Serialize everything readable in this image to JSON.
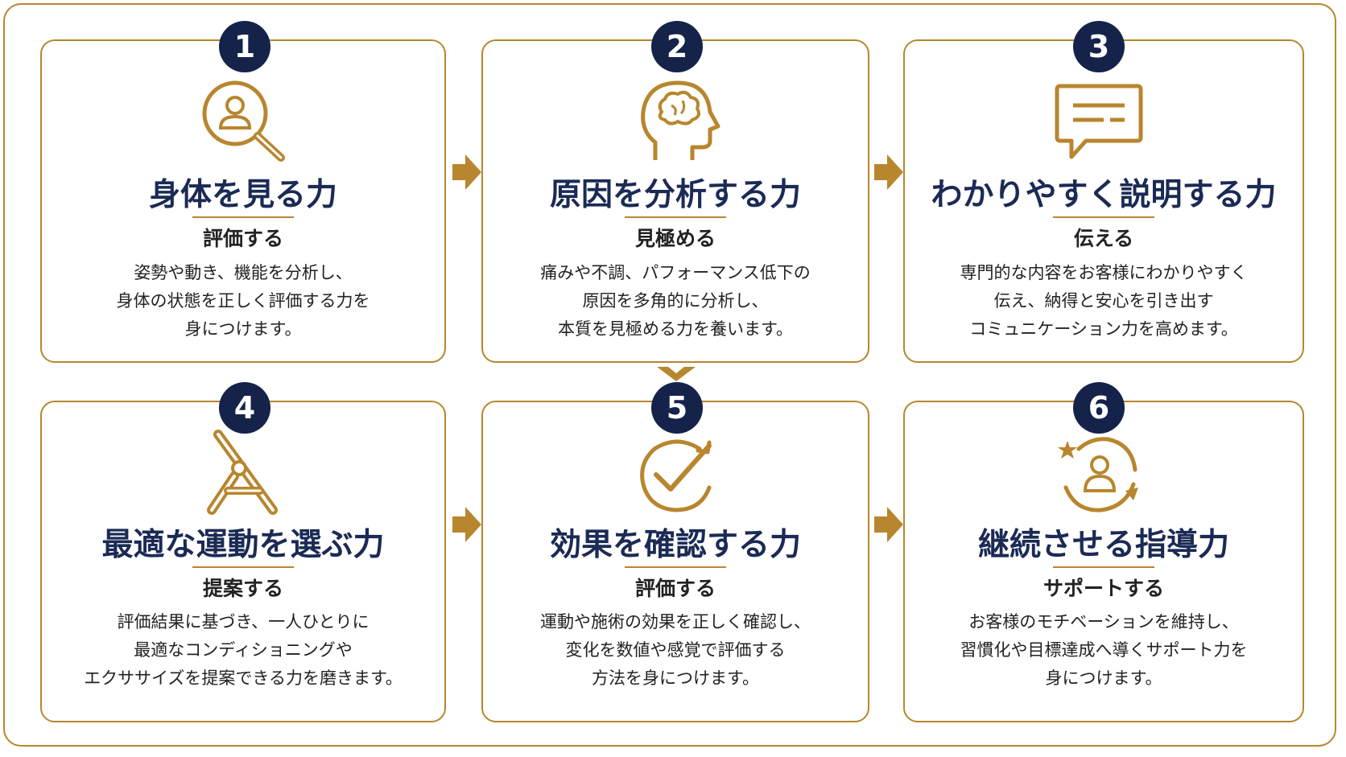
{
  "colors": {
    "gold": "#b8862e",
    "navy": "#15234a",
    "title": "#1b2a55"
  },
  "cards": [
    {
      "number": "1",
      "icon": "magnifier-person-icon",
      "title": "身体を見る力",
      "subtitle": "評価する",
      "lines": [
        "姿勢や動き、機能を分析し、",
        "身体の状態を正しく評価する力を",
        "身につけます。"
      ]
    },
    {
      "number": "2",
      "icon": "brain-head-icon",
      "title": "原因を分析する力",
      "subtitle": "見極める",
      "lines": [
        "痛みや不調、パフォーマンス低下の",
        "原因を多角的に分析し、",
        "本質を見極める力を養います。"
      ]
    },
    {
      "number": "3",
      "icon": "speech-bubble-icon",
      "title": "わかりやすく説明する力",
      "subtitle": "伝える",
      "lines": [
        "専門的な内容をお客様にわかりやすく",
        "伝え、納得と安心を引き出す",
        "コミュニケーション力を高めます。"
      ]
    },
    {
      "number": "4",
      "icon": "stretch-person-icon",
      "title": "最適な運動を選ぶ力",
      "subtitle": "提案する",
      "lines": [
        "評価結果に基づき、一人ひとりに",
        "最適なコンディショニングや",
        "エクササイズを提案できる力を磨きます。"
      ]
    },
    {
      "number": "5",
      "icon": "check-cycle-icon",
      "title": "効果を確認する力",
      "subtitle": "評価する",
      "lines": [
        "運動や施術の効果を正しく確認し、",
        "変化を数値や感覚で評価する",
        "方法を身につけます。"
      ]
    },
    {
      "number": "6",
      "icon": "person-cycle-star-icon",
      "title": "継続させる指導力",
      "subtitle": "サポートする",
      "lines": [
        "お客様のモチベーションを維持し、",
        "習慣化や目標達成へ導くサポート力を",
        "身につけます。"
      ]
    }
  ]
}
